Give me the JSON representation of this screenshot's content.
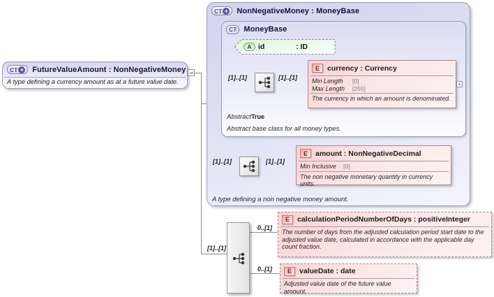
{
  "icons": {
    "ct": "CT",
    "plus": "+",
    "attribute": "A",
    "element": "E",
    "expand": "+"
  },
  "cardinality": {
    "required": "[1]..[1]",
    "optional": "0..[1]"
  },
  "future_value_amount": {
    "title": "FutureValueAmount : NonNegativeMoney",
    "annotation": "A type defining a currency amount as at a future value date."
  },
  "non_negative_money": {
    "title": "NonNegativeMoney : MoneyBase",
    "annotation": "A type defining a non negative money amount.",
    "money_base": {
      "title": "MoneyBase",
      "abstract_label": "Abstract",
      "abstract_value": "True",
      "annotation": "Abstract base class for all money types.",
      "attribute_id": {
        "name": "id",
        "type": ": ID"
      },
      "currency": {
        "title": "currency : Currency",
        "facets": [
          {
            "name": "Min Length",
            "value": "[0]"
          },
          {
            "name": "Max Length",
            "value": "[255]"
          }
        ],
        "annotation": "The currency in which an amount is denominated."
      }
    },
    "amount": {
      "title": "amount : NonNegativeDecimal",
      "facets": [
        {
          "name": "Min Inclusive",
          "value": "[0]"
        }
      ],
      "annotation": "The non negative monetary quantity in currency units."
    }
  },
  "calculation_period_number_of_days": {
    "title": "calculationPeriodNumberOfDays : positiveInteger",
    "annotation": "The number of days from the adjusted calculation period start date to the adjusted value date, calculated in accordance with the applicable day count fraction."
  },
  "value_date": {
    "title": "valueDate : date",
    "annotation": "Adjusted value date of the future value amount."
  }
}
